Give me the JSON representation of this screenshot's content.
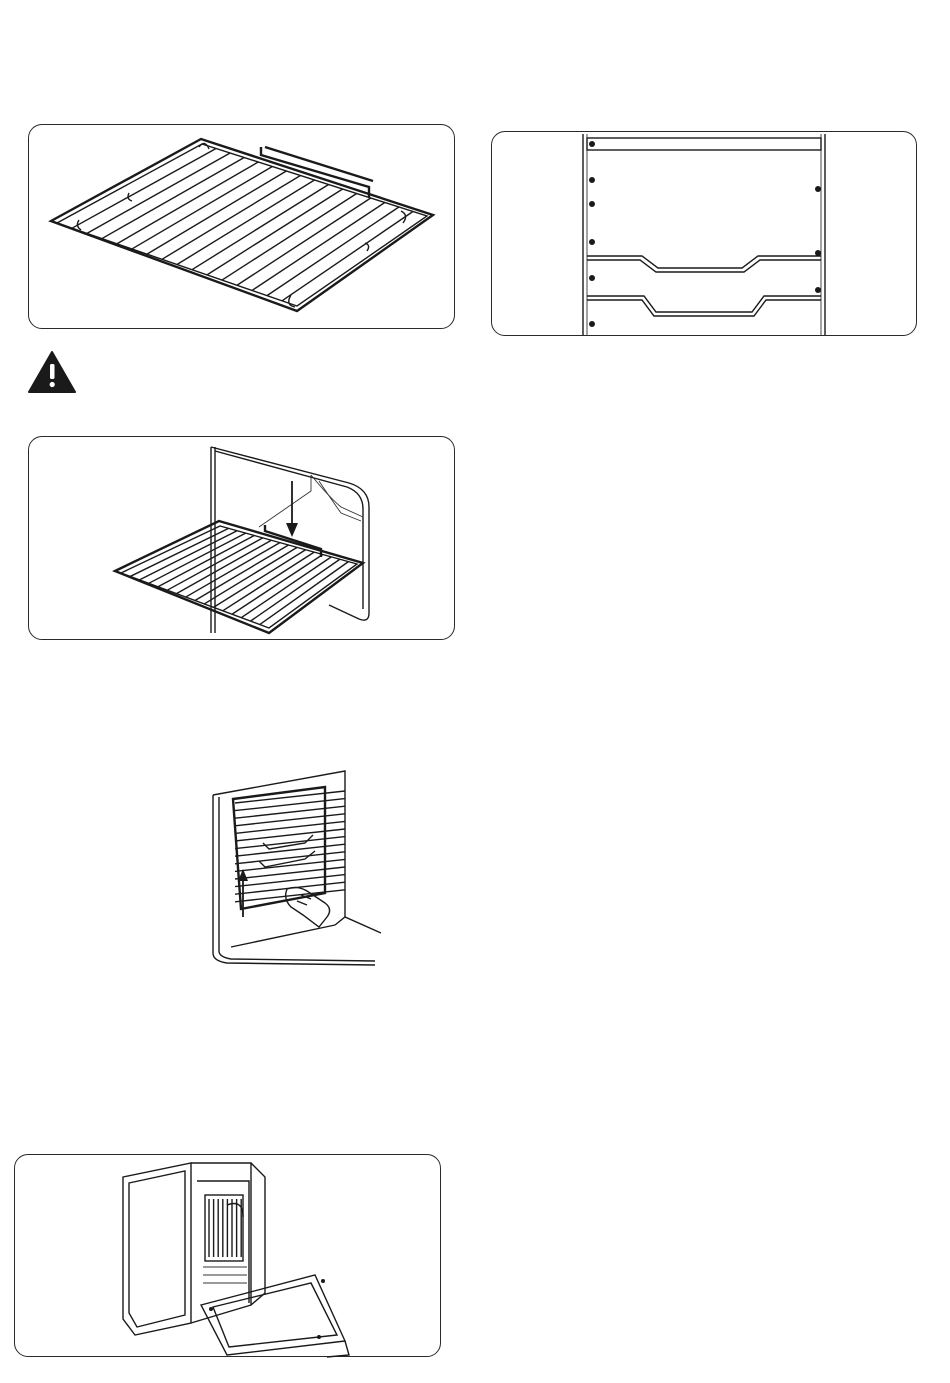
{
  "figures": {
    "wire_shelf": {
      "icon": "wire-shelf-illustration"
    },
    "rack_positions": {
      "icon": "oven-rack-positions-diagram",
      "left_levels": 6,
      "right_levels": 3
    },
    "warning": {
      "icon": "warning-triangle-icon",
      "color": "#1a1a1a"
    },
    "shelf_insertion": {
      "icon": "shelf-insertion-illustration"
    },
    "side_rack_removal": {
      "icon": "side-rack-removal-illustration"
    },
    "oven_door": {
      "icon": "oven-open-door-illustration"
    }
  }
}
